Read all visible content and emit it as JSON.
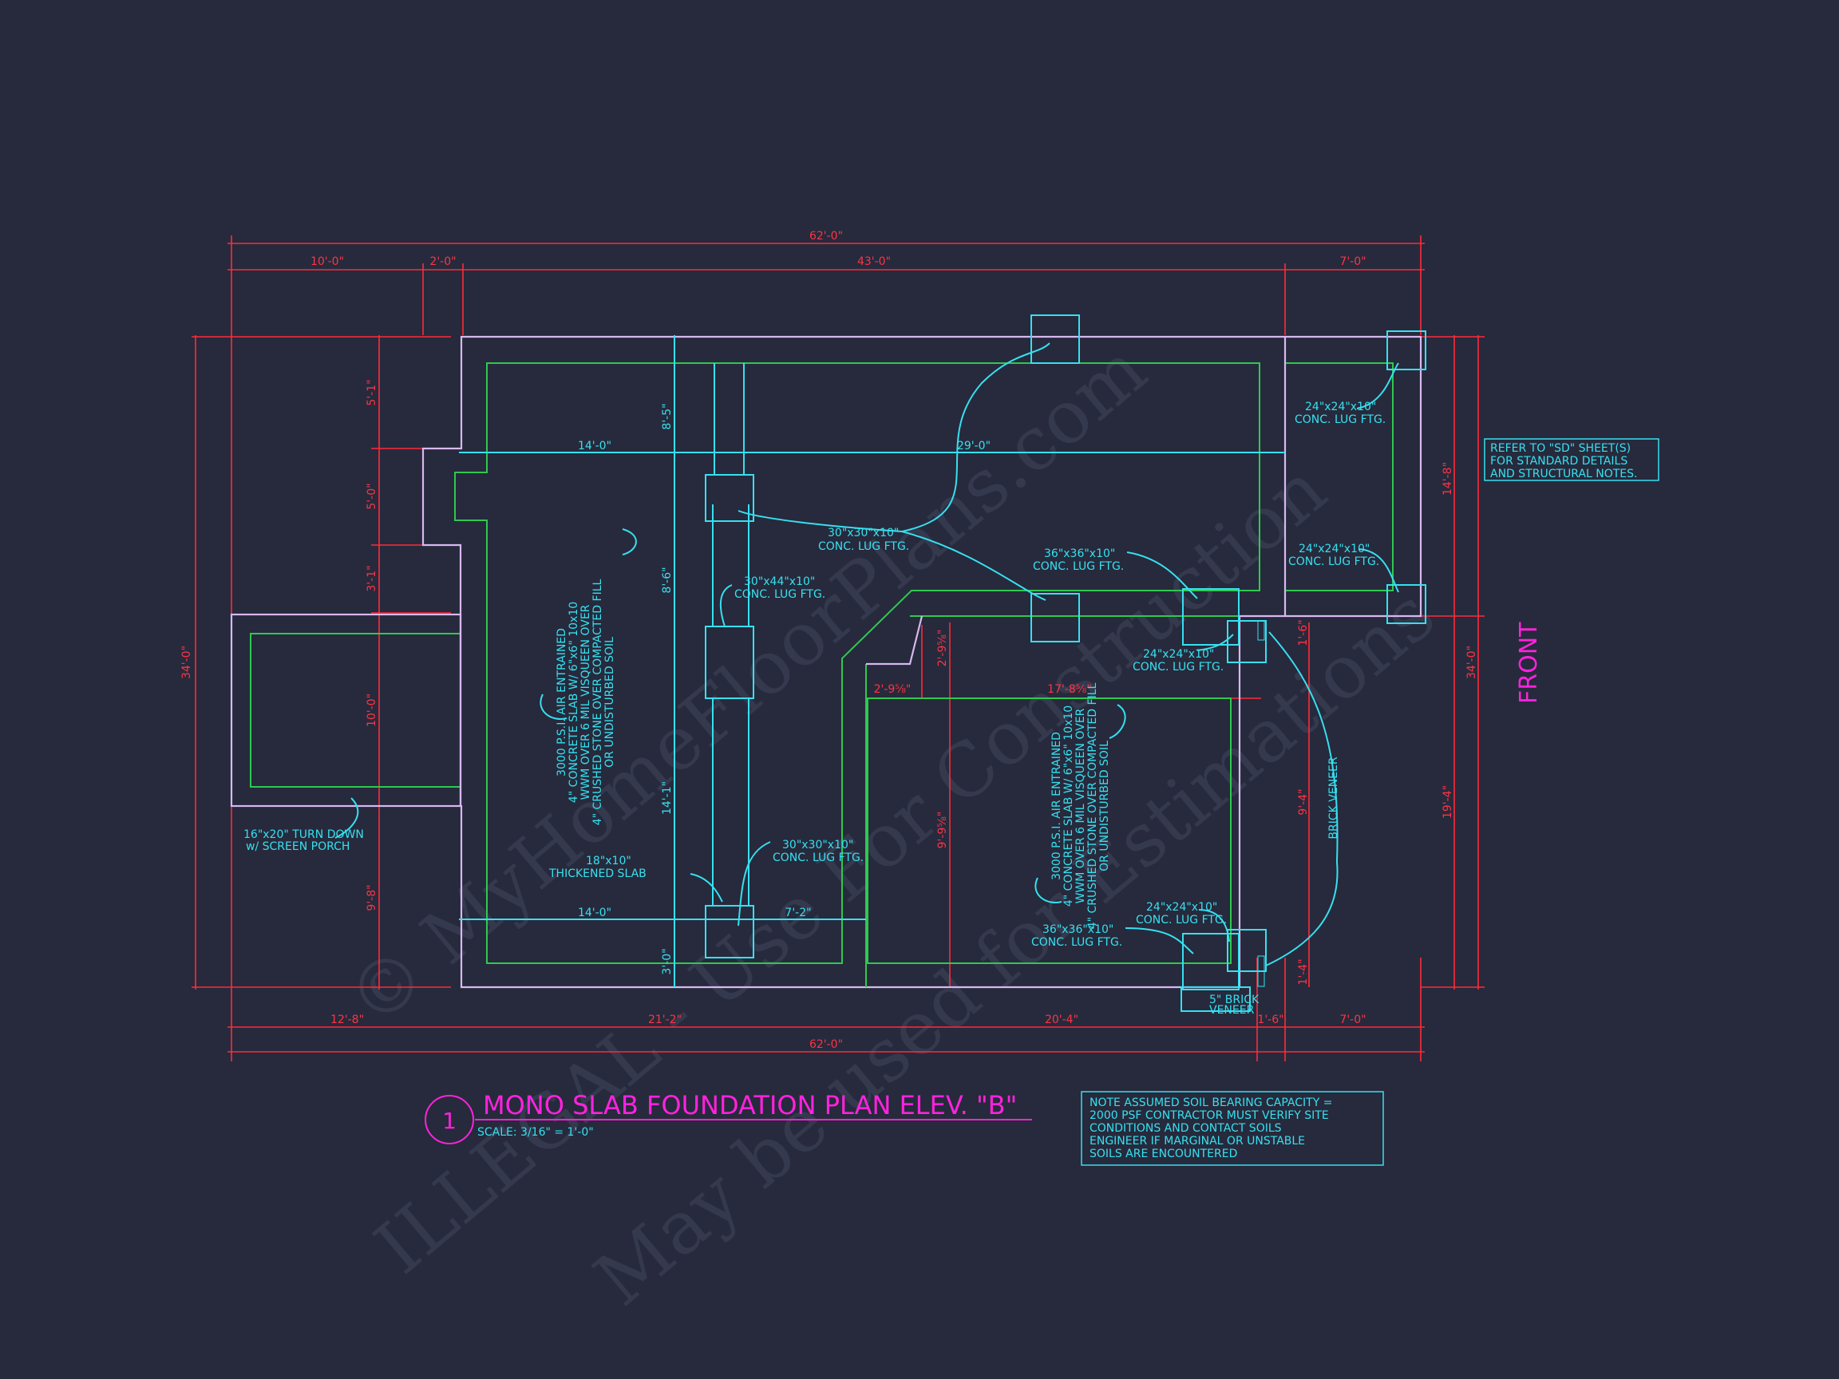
{
  "title": {
    "number": "1",
    "text": "MONO SLAB FOUNDATION PLAN ELEV. \"B\"",
    "scale": "SCALE: 3/16\" = 1'-0\""
  },
  "front_label": "FRONT",
  "watermark": {
    "line1": "© MyHomeFloorPlans.com",
    "line2": "ILLEGAL - Use For Construction",
    "line3": "May be used for Estimations"
  },
  "notes": {
    "soil": [
      "NOTE ASSUMED SOIL BEARING CAPACITY =",
      "2000 PSF CONTRACTOR MUST VERIFY SITE",
      "CONDITIONS AND CONTACT SOILS",
      "ENGINEER IF MARGINAL OR UNSTABLE",
      "SOILS ARE ENCOUNTERED"
    ],
    "refer": [
      "REFER TO \"SD\" SHEET(S)",
      "FOR STANDARD DETAILS",
      "AND STRUCTURAL NOTES."
    ],
    "slab_spec": [
      "3000 P.S.I. AIR ENTRAINED",
      "4\" CONCRETE SLAB W/ 6\"x6\" 10x10",
      "WWM OVER 6 MIL VISQUEEN OVER",
      "4\" CRUSHED STONE OVER COMPACTED FILL",
      "OR UNDISTURBED SOIL"
    ],
    "ftg_30x30a": [
      "30\"x30\"x10\"",
      "CONC. LUG FTG."
    ],
    "ftg_30x44": [
      "30\"x44\"x10\"",
      "CONC. LUG FTG."
    ],
    "ftg_30x30b": [
      "30\"x30\"x10\"",
      "CONC. LUG FTG."
    ],
    "ftg_36x36a": [
      "36\"x36\"x10\"",
      "CONC. LUG FTG."
    ],
    "ftg_36x36b": [
      "36\"x36\"x10\"",
      "CONC. LUG FTG."
    ],
    "ftg_24a": [
      "24\"x24\"x10\"",
      "CONC. LUG FTG."
    ],
    "ftg_24b": [
      "24\"x24\"x10\"",
      "CONC. LUG FTG."
    ],
    "ftg_24c": [
      "24\"x24\"x10\"",
      "CONC. LUG FTG."
    ],
    "ftg_24d": [
      "24\"x24\"x10\"",
      "CONC. LUG FTG."
    ],
    "thick_slab": [
      "18\"x10\"",
      "THICKENED SLAB"
    ],
    "turn_down": [
      "16\"x20\" TURN DOWN",
      "w/ SCREEN PORCH"
    ],
    "brick_veneer": "BRICK VENEER",
    "brick_small": [
      "5\" BRICK",
      "VENEER"
    ]
  },
  "dims": {
    "top_overall": "62'-0\"",
    "top_a": "10'-0\"",
    "top_b": "2'-0\"",
    "top_c": "43'-0\"",
    "top_d": "7'-0\"",
    "bot_overall": "62'-0\"",
    "bot_a": "12'-8\"",
    "bot_b": "21'-2\"",
    "bot_c": "20'-4\"",
    "bot_d": "1'-6\"",
    "bot_e": "7'-0\"",
    "left_overall": "34'-0\"",
    "left_a": "5'-1\"",
    "left_b": "5'-0\"",
    "left_c": "3'-1\"",
    "left_d": "10'-0\"",
    "left_e": "9'-8\"",
    "right_overall": "34'-0\"",
    "right_a": "14'-8\"",
    "right_b": "19'-4\"",
    "in_14a": "14'-0\"",
    "in_29": "29'-0\"",
    "in_14b": "14'-0\"",
    "in_7_2": "7'-2\"",
    "in_17": "17'-8⅝\"",
    "in_2": "2'-9⅝\"",
    "v_8_5": "8'-5\"",
    "v_8_6": "8'-6\"",
    "v_14_1": "14'-1\"",
    "v_3_0": "3'-0\"",
    "v_2_9": "2'-9⅝\"",
    "v_9_9": "9'-9⅝\"",
    "v_9_4": "9'-4\"",
    "v_1_6": "1'-6\"",
    "v_1_4": "1'-4\""
  }
}
